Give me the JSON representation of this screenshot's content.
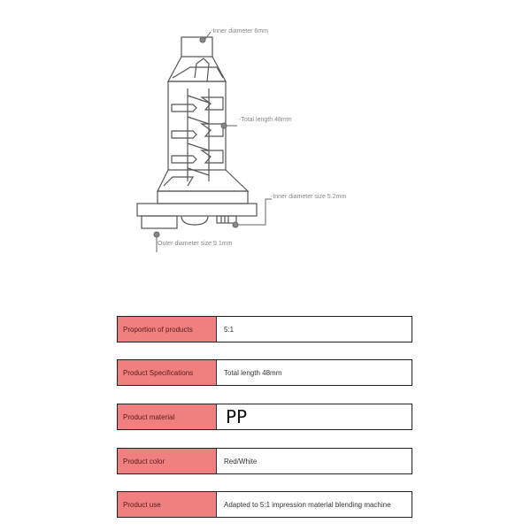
{
  "diagram": {
    "callouts": [
      {
        "label": "-Inner diameter 6mm"
      },
      {
        "label": "-Total length 48mm"
      },
      {
        "label": "-Inner diameter size 5.2mm"
      },
      {
        "label": "Outer diameter size 9.1mm"
      }
    ]
  },
  "specs": [
    {
      "label": "Proportion of products",
      "value": "5:1"
    },
    {
      "label": "Product Specifications",
      "value": "Total length 48mm"
    },
    {
      "label": "Product material",
      "value": "PP"
    },
    {
      "label": "Product color",
      "value": "Red/White"
    },
    {
      "label": "Product use",
      "value": "Adapted to 5:1 impression material blending machine"
    }
  ],
  "colors": {
    "label_bg": "#f08080",
    "border": "#222222"
  }
}
